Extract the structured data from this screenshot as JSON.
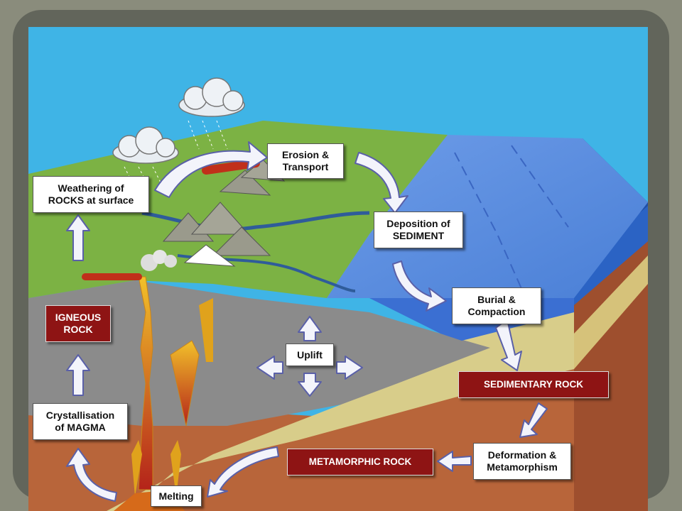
{
  "labels": {
    "weathering": "Weathering of\nROCKS at surface",
    "erosion": "Erosion &\nTransport",
    "deposition": "Deposition of\nSEDIMENT",
    "burial": "Burial &\nCompaction",
    "sedimentary": "SEDIMENTARY ROCK",
    "deformation": "Deformation &\nMetamorphism",
    "metamorphic": "METAMORPHIC ROCK",
    "melting": "Melting",
    "crystallisation": "Crystallisation\nof MAGMA",
    "igneous": "IGNEOUS\nROCK",
    "uplift": "Uplift"
  },
  "colors": {
    "sky": "#3fb4e6",
    "land": "#7cb244",
    "ocean": "#5a8fe0",
    "rock_gray": "#8b8b8b",
    "soil": "#b8653a",
    "magma": "#e0a21c",
    "label_red": "#8e1414",
    "arrow_fill": "#f3f4fb",
    "arrow_stroke": "#5a60a8"
  }
}
